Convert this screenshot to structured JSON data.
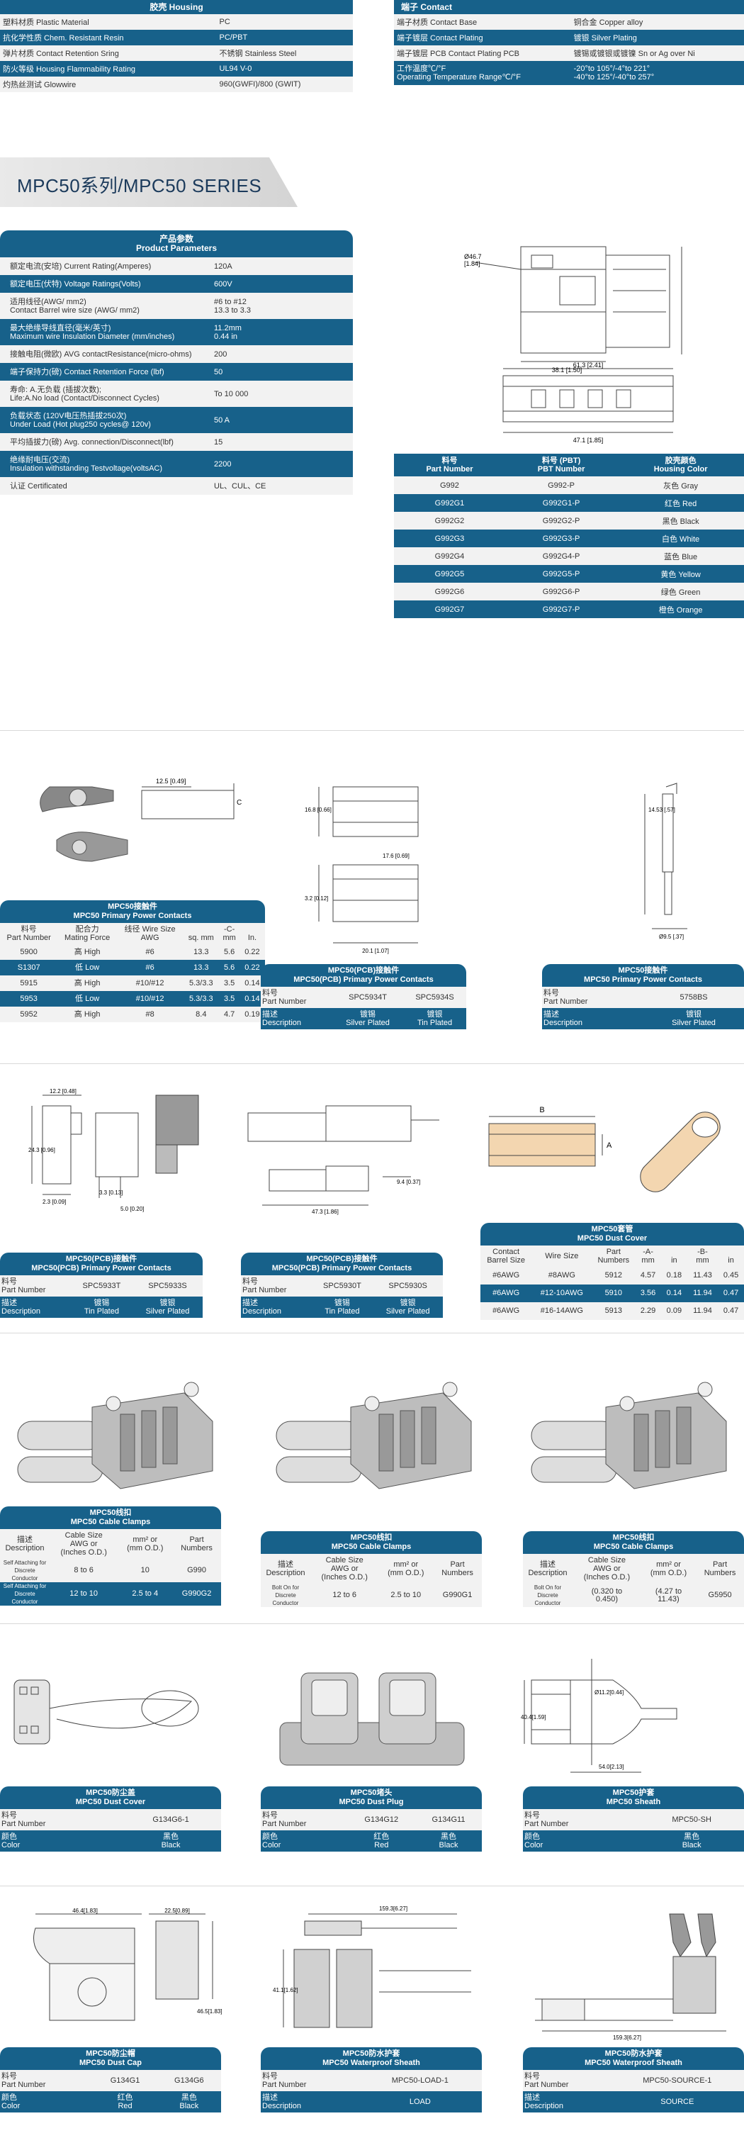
{
  "housing": {
    "title": "胶壳 Housing",
    "rows": [
      [
        "塑料材质 Plastic Material",
        "PC"
      ],
      [
        "抗化学性质 Chem. Resistant Resin",
        "PC/PBT"
      ],
      [
        "弹片材质 Contact Retention Sring",
        "不锈钢 Stainless Steel"
      ],
      [
        "防火等级 Housing Flammability Rating",
        "UL94 V-0"
      ],
      [
        "灼热丝测试 Glowwire",
        "960(GWFI)/800 (GWIT)"
      ]
    ]
  },
  "contact": {
    "title": "端子 Contact",
    "rows": [
      [
        "端子材质 Contact Base",
        "铜合金 Copper alloy"
      ],
      [
        "端子镀层 Contact Plating",
        "镀银 Silver Plating"
      ],
      [
        "端子镀层 PCB Contact Plating PCB",
        "镀锡或镀银或镀镍 Sn or Ag over Ni"
      ],
      [
        "工作温度℃/°F\nOperating Temperature Range℃/°F",
        "-20°to 105°/-4°to 221°\n-40°to 125°/-40°to 257°"
      ]
    ]
  },
  "series_title": "MPC50系列/MPC50 SERIES",
  "params": {
    "title_cn": "产品参数",
    "title_en": "Product Parameters",
    "rows": [
      [
        "额定电流(安培) Current Rating(Amperes)",
        "120A"
      ],
      [
        "额定电压(伏特) Voltage Ratings(Volts)",
        "600V"
      ],
      [
        "适用线径(AWG/ mm2)\nContact Barrel wire size (AWG/ mm2)",
        "#6 to #12\n13.3 to 3.3"
      ],
      [
        "最大绝缘导线直径(毫米/英寸)\nMaximum wire Insulation Diameter (mm/inches)",
        "11.2mm\n0.44 in"
      ],
      [
        "接触电阻(微欧) AVG contactResistance(micro-ohms)",
        "200"
      ],
      [
        "端子保持力(磅) Contact Retention Force (lbf)",
        "50"
      ],
      [
        "寿命: A.无负载 (插拔次数);\nLife:A.No load (Contact/Disconnect Cycles)",
        "To 10 000"
      ],
      [
        "负载状态 (120V电压热插拔250次)\nUnder Load (Hot plug250 cycles@ 120v)",
        "50 A"
      ],
      [
        "平均插拔力(磅) Avg. connection/Disconnect(lbf)",
        "15"
      ],
      [
        "绝缘耐电压(交流)\nInsulation withstanding Testvoltage(voltsAC)",
        "2200"
      ],
      [
        "认证 Certificated",
        "UL、CUL、CE"
      ]
    ]
  },
  "colors": {
    "headers": [
      [
        "料号",
        "Part Number"
      ],
      [
        "料号 (PBT)",
        "PBT Number"
      ],
      [
        "胶壳颜色",
        "Housing Color"
      ]
    ],
    "rows": [
      [
        "G992",
        "G992-P",
        "灰色 Gray"
      ],
      [
        "G992G1",
        "G992G1-P",
        "红色 Red"
      ],
      [
        "G992G2",
        "G992G2-P",
        "黑色 Black"
      ],
      [
        "G992G3",
        "G992G3-P",
        "白色 White"
      ],
      [
        "G992G4",
        "G992G4-P",
        "蓝色 Blue"
      ],
      [
        "G992G5",
        "G992G5-P",
        "黄色 Yellow"
      ],
      [
        "G992G6",
        "G992G6-P",
        "绿色 Green"
      ],
      [
        "G992G7",
        "G992G7-P",
        "橙色 Orange"
      ]
    ]
  },
  "drawing_main": {
    "dims": [
      "Ø46.7\n[1.84]",
      "61.3 [2.41]",
      "38.1 [1.50]",
      "47.1 [1.85]"
    ]
  },
  "pc1": {
    "title_cn": "MPC50接触件",
    "title_en": "MPC50 Primary Power Contacts",
    "headers": [
      "料号\nPart Number",
      "配合力\nMating Force",
      "线径 Wire Size\nAWG",
      "\nsq. mm",
      "-C-\nmm",
      "\nIn."
    ],
    "rows": [
      [
        "5900",
        "高 High",
        "#6",
        "13.3",
        "5.6",
        "0.22"
      ],
      [
        "S1307",
        "低 Low",
        "#6",
        "13.3",
        "5.6",
        "0.22"
      ],
      [
        "5915",
        "高 High",
        "#10/#12",
        "5.3/3.3",
        "3.5",
        "0.14"
      ],
      [
        "5953",
        "低 Low",
        "#10/#12",
        "5.3/3.3",
        "3.5",
        "0.14"
      ],
      [
        "5952",
        "高 High",
        "#8",
        "8.4",
        "4.7",
        "0.19"
      ]
    ]
  },
  "pc1_dims": [
    "12.5 [0.49]",
    "C"
  ],
  "pc2": {
    "title_cn": "MPC50(PCB)接触件",
    "title_en": "MPC50(PCB) Primary Power Contacts",
    "r1": [
      "料号\nPart Number",
      "SPC5934T",
      "SPC5934S"
    ],
    "r2": [
      "描述\nDescription",
      "镀锡\nSilver Plated",
      "镀银\nTin Plated"
    ]
  },
  "pc2_dims": [
    "16.8 [0.66]",
    "17.6 [0.69]",
    "20.1 [1.07]",
    "3.2 [0.12]"
  ],
  "pc3": {
    "title_cn": "MPC50接触件",
    "title_en": "MPC50 Primary Power Contacts",
    "r1": [
      "料号\nPart Number",
      "5758BS"
    ],
    "r2": [
      "描述\nDescription",
      "镀银\nSilver Plated"
    ]
  },
  "pc3_dims": [
    "14.53 [.57]",
    "Ø9.5 [.37]"
  ],
  "pc4": {
    "title_cn": "MPC50(PCB)接触件",
    "title_en": "MPC50(PCB) Primary Power Contacts",
    "r1": [
      "料号\nPart Number",
      "SPC5933T",
      "SPC5933S"
    ],
    "r2": [
      "描述\nDescription",
      "镀锡\nTin Plated",
      "镀银\nSilver Plated"
    ]
  },
  "pc4_dims": [
    "12.2 [0.48]",
    "24.3 [0.96]",
    "2.3 [0.09]",
    "3.3 [0.13]",
    "5.0 [0.20]"
  ],
  "pc5": {
    "title_cn": "MPC50(PCB)接触件",
    "title_en": "MPC50(PCB) Primary Power Contacts",
    "r1": [
      "料号\nPart Number",
      "SPC5930T",
      "SPC5930S"
    ],
    "r2": [
      "描述\nDescription",
      "镀锡\nTin Plated",
      "镀银\nSilver Plated"
    ]
  },
  "pc5_dims": [
    "9.4 [0.37]",
    "47.3 [1.86]"
  ],
  "dust": {
    "title_cn": "MPC50套管",
    "title_en": "MPC50 Dust Cover",
    "headers": [
      "Contact\nBarrel Size",
      "Wire Size",
      "Part\nNumbers",
      "-A-\nmm",
      "\nin",
      "-B-\nmm",
      "\nin"
    ],
    "rows": [
      [
        "#6AWG",
        "#8AWG",
        "5912",
        "4.57",
        "0.18",
        "11.43",
        "0.45"
      ],
      [
        "#6AWG",
        "#12-10AWG",
        "5910",
        "3.56",
        "0.14",
        "11.94",
        "0.47"
      ],
      [
        "#6AWG",
        "#16-14AWG",
        "5913",
        "2.29",
        "0.09",
        "11.94",
        "0.47"
      ]
    ]
  },
  "dust_dims": [
    "B",
    "A"
  ],
  "clamp1": {
    "title_cn": "MPC50线扣",
    "title_en": "MPC50 Cable Clamps",
    "headers": [
      "描述\nDescription",
      "Cable Size\nAWG or\n(Inches O.D.)",
      "mm² or\n(mm O.D.)",
      "Part\nNumbers"
    ],
    "rows": [
      [
        "Self Attaching for Discrete Conductor",
        "8 to 6",
        "10",
        "G990"
      ],
      [
        "Self Attaching for Discrete Conductor",
        "12 to 10",
        "2.5 to 4",
        "G990G2"
      ]
    ]
  },
  "clamp2": {
    "title_cn": "MPC50线扣",
    "title_en": "MPC50 Cable Clamps",
    "headers": [
      "描述\nDescription",
      "Cable Size\nAWG or\n(Inches O.D.)",
      "mm² or\n(mm O.D.)",
      "Part\nNumbers"
    ],
    "rows": [
      [
        "Bolt On for Discrete Conductor",
        "12 to 6",
        "2.5 to 10",
        "G990G1"
      ]
    ]
  },
  "clamp3": {
    "title_cn": "MPC50线扣",
    "title_en": "MPC50 Cable Clamps",
    "headers": [
      "描述\nDescription",
      "Cable Size\nAWG or\n(Inches O.D.)",
      "mm² or\n(mm O.D.)",
      "Part\nNumbers"
    ],
    "rows": [
      [
        "Bolt On for Discrete Conductor",
        "(0.320 to\n0.450)",
        "(4.27 to\n11.43)",
        "G5950"
      ]
    ]
  },
  "cover": {
    "title_cn": "MPC50防尘盖",
    "title_en": "MPC50 Dust Cover",
    "r1": [
      "料号\nPart Number",
      "G134G6-1"
    ],
    "r2": [
      "颜色\nColor",
      "黑色\nBlack"
    ]
  },
  "plug": {
    "title_cn": "MPC50堵头",
    "title_en": "MPC50 Dust Plug",
    "r1": [
      "料号\nPart Number",
      "G134G12",
      "G134G11"
    ],
    "r2": [
      "颜色\nColor",
      "红色\nRed",
      "黑色\nBlack"
    ]
  },
  "sheath": {
    "title_cn": "MPC50护套",
    "title_en": "MPC50 Sheath",
    "r1": [
      "料号\nPart Number",
      "MPC50-SH"
    ],
    "r2": [
      "颜色\nColor",
      "黑色\nBlack"
    ]
  },
  "sheath_dims": [
    "Ø11.2[0.44]",
    "40.4[1.59]",
    "54.0[2.13]"
  ],
  "cap": {
    "title_cn": "MPC50防尘帽",
    "title_en": "MPC50 Dust Cap",
    "r1": [
      "料号\nPart Number",
      "G134G1",
      "G134G6"
    ],
    "r2": [
      "颜色\nColor",
      "红色\nRed",
      "黑色\nBlack"
    ]
  },
  "cap_dims": [
    "46.4[1.83]",
    "22.5[0.89]",
    "46.5[1.83]"
  ],
  "wp1": {
    "title_cn": "MPC50防水护套",
    "title_en": "MPC50 Waterproof Sheath",
    "r1": [
      "料号\nPart Number",
      "MPC50-LOAD-1"
    ],
    "r2": [
      "描述\nDescription",
      "LOAD"
    ]
  },
  "wp1_dims": [
    "159.3[6.27]",
    "41.1[1.62]"
  ],
  "wp2": {
    "title_cn": "MPC50防水护套",
    "title_en": "MPC50 Waterproof Sheath",
    "r1": [
      "料号\nPart Number",
      "MPC50-SOURCE-1"
    ],
    "r2": [
      "描述\nDescription",
      "SOURCE"
    ]
  },
  "wp2_dims": [
    "159.3[6.27]"
  ]
}
